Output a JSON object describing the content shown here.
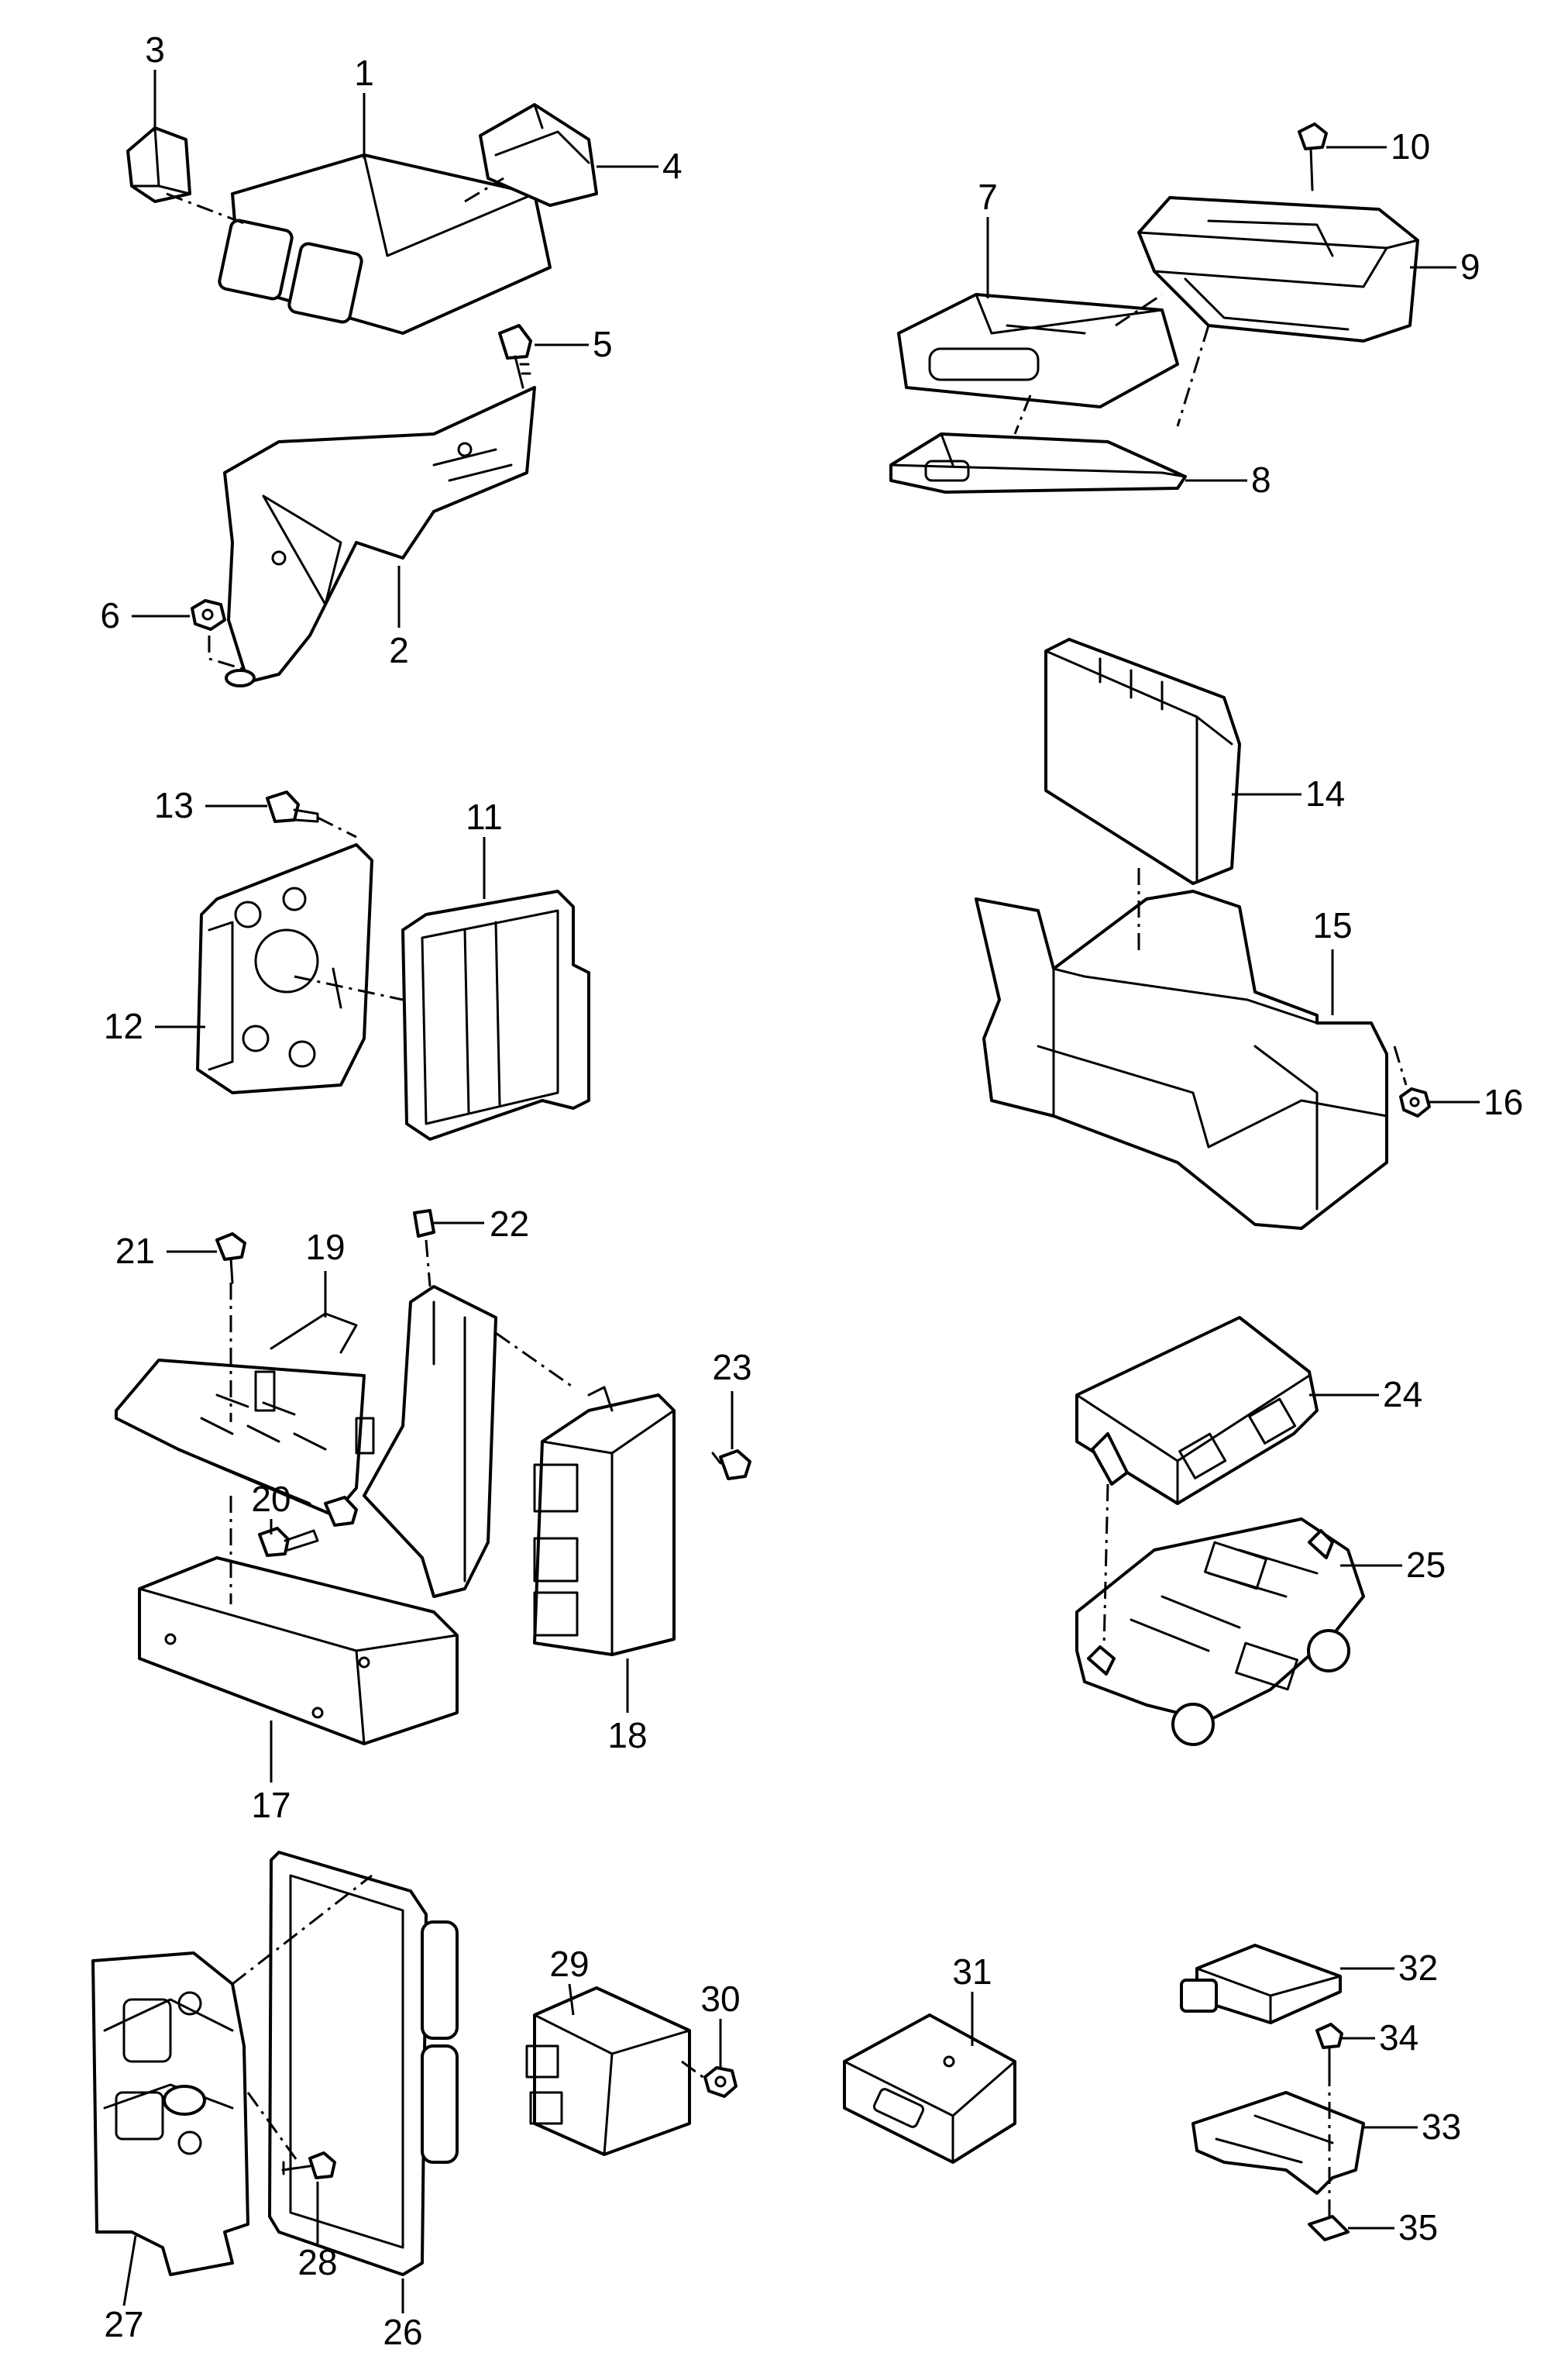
{
  "callouts": {
    "c1": "1",
    "c2": "2",
    "c3": "3",
    "c4": "4",
    "c5": "5",
    "c6": "6",
    "c7": "7",
    "c8": "8",
    "c9": "9",
    "c10": "10",
    "c11": "11",
    "c12": "12",
    "c13": "13",
    "c14": "14",
    "c15": "15",
    "c16": "16",
    "c17": "17",
    "c18": "18",
    "c19": "19",
    "c20": "20",
    "c21": "21",
    "c22": "22",
    "c23": "23",
    "c24": "24",
    "c25": "25",
    "c26": "26",
    "c27": "27",
    "c28": "28",
    "c29": "29",
    "c30": "30",
    "c31": "31",
    "c32": "32",
    "c33": "33",
    "c34": "34",
    "c35": "35"
  },
  "colors": {
    "line": "#000000",
    "background": "#ffffff"
  }
}
